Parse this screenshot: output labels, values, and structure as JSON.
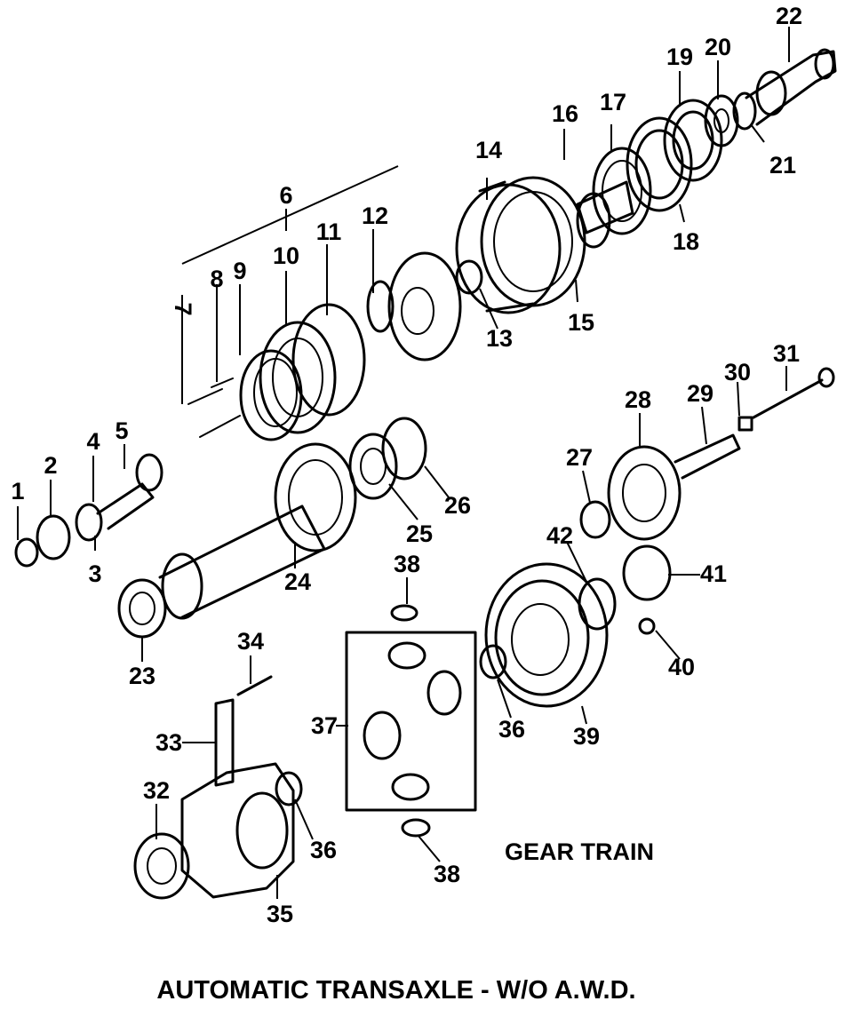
{
  "title": "AUTOMATIC TRANSAXLE - W/O A.W.D.",
  "section_label": "GEAR TRAIN",
  "callouts": [
    "1",
    "2",
    "3",
    "4",
    "5",
    "6",
    "7",
    "8",
    "9",
    "10",
    "11",
    "12",
    "13",
    "14",
    "15",
    "16",
    "17",
    "18",
    "19",
    "20",
    "21",
    "22",
    "23",
    "24",
    "25",
    "26",
    "27",
    "28",
    "29",
    "30",
    "31",
    "32",
    "33",
    "34",
    "35",
    "36",
    "36",
    "37",
    "38",
    "38",
    "39",
    "40",
    "41",
    "42"
  ]
}
